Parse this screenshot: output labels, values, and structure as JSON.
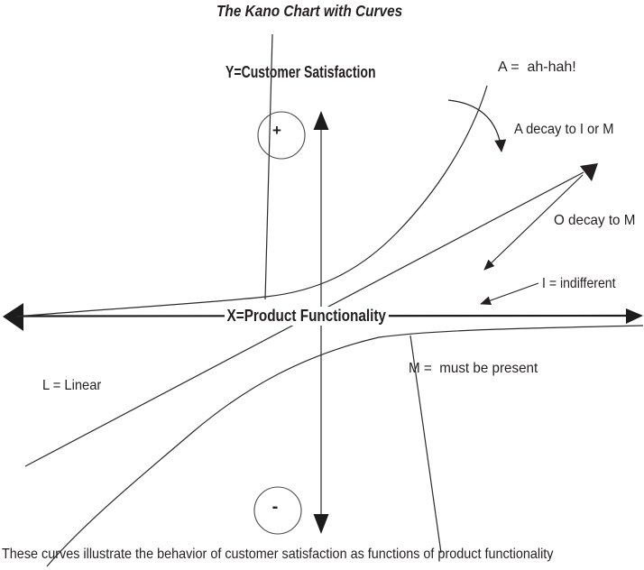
{
  "title": "The Kano Chart with Curves",
  "caption": "These curves illustrate the behavior of customer satisfaction as functions of product functionality",
  "axes": {
    "y_label": "Y=Customer Satisfaction",
    "x_label": "X=Product Functionality",
    "plus_symbol": "+",
    "minus_symbol": "-"
  },
  "annotations": {
    "a_curve": "A =  ah-hah!",
    "a_decay": "A decay to I or M",
    "o_decay": "O decay to M",
    "indifferent": "I = indifferent",
    "must_be": "M =  must be present",
    "linear": "L = Linear"
  },
  "colors": {
    "background": "#ffffff",
    "ink": "#231f20",
    "curve_stroke": "#2b2b2b",
    "y_axis_shaft_gray": "#7f7f7f"
  }
}
